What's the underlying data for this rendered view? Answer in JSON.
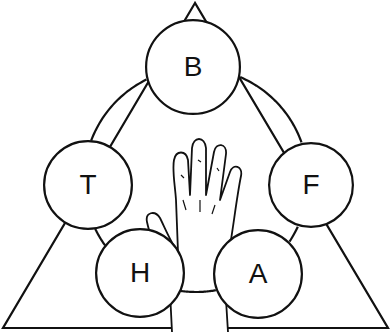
{
  "diagram": {
    "nodes": [
      {
        "text": [
          "B"
        ]
      },
      {
        "text": [
          "T"
        ]
      },
      {
        "text": [
          "F"
        ]
      },
      {
        "text": [
          "H"
        ]
      },
      {
        "text": [
          "A"
        ]
      }
    ],
    "edges": [
      {
        "from": 0,
        "to": 2,
        "arrow": "none"
      },
      {
        "from": 2,
        "to": 4,
        "arrow": "none"
      },
      {
        "from": 4,
        "to": 3,
        "arrow": "none"
      },
      {
        "from": 3,
        "to": 1,
        "arrow": "none"
      },
      {
        "from": 1,
        "to": 0,
        "arrow": "none"
      }
    ]
  }
}
